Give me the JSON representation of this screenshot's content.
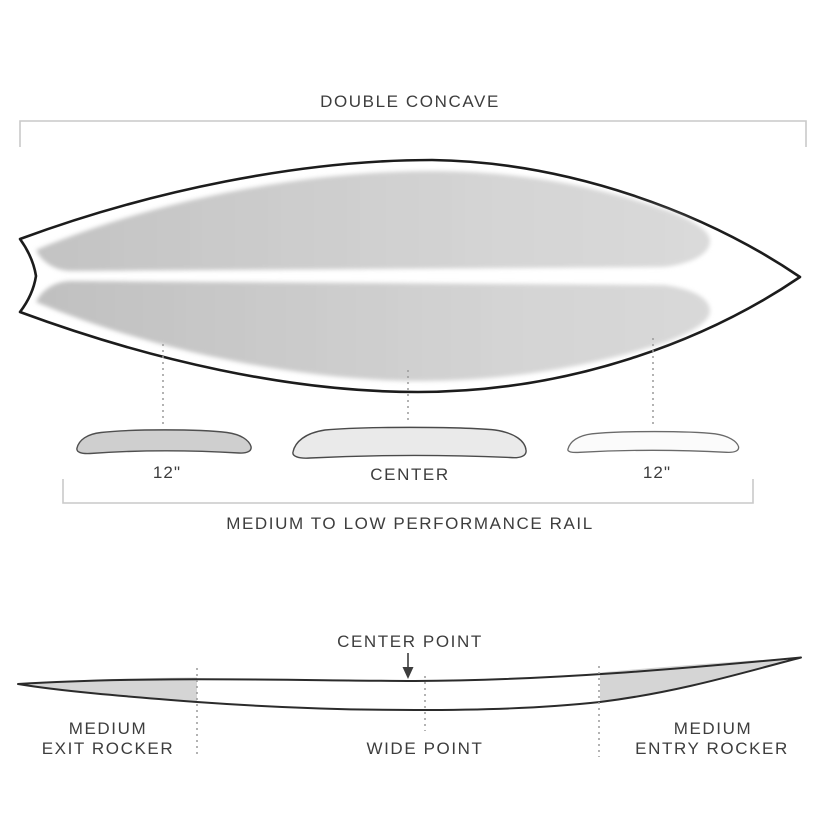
{
  "top_section": {
    "title": "DOUBLE CONCAVE",
    "rail_label": "MEDIUM TO LOW PERFORMANCE RAIL",
    "cross_sections": [
      {
        "position": "left",
        "label": "12\""
      },
      {
        "position": "center",
        "label": "CENTER"
      },
      {
        "position": "right",
        "label": "12\""
      }
    ]
  },
  "bottom_section": {
    "center_point_label": "CENTER POINT",
    "wide_point_label": "WIDE POINT",
    "exit_rocker": {
      "line1": "MEDIUM",
      "line2": "EXIT ROCKER"
    },
    "entry_rocker": {
      "line1": "MEDIUM",
      "line2": "ENTRY ROCKER"
    }
  },
  "colors": {
    "background": "#ffffff",
    "board_outline": "#1c1c1c",
    "side_outline": "#2b2b2b",
    "body_gray_dark": "#c5c5c5",
    "body_gray_light": "#dcdcdc",
    "shade_gray": "#d5d5d5",
    "cross_section_left_fill": "#cfcfcf",
    "cross_section_center_fill": "#eaeaea",
    "cross_section_right_fill": "#fbfbfb",
    "bracket": "#c9c9c9",
    "dashed_line": "#9a9a9a",
    "text": "#3d3d3d"
  }
}
